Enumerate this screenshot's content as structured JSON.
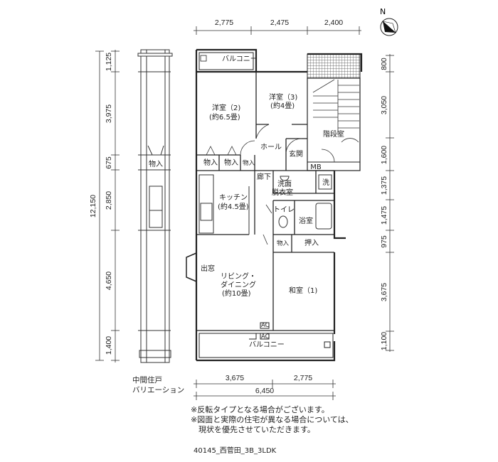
{
  "top_dims": [
    "2,775",
    "2,475",
    "2,400"
  ],
  "left_dims": [
    "1,125",
    "3,975",
    "675",
    "2,850",
    "4,650",
    "1,400"
  ],
  "left_total": "12,150",
  "right_dims": [
    "800",
    "3,050",
    "1,600",
    "1,375",
    "1,475",
    "975",
    "3,675",
    "1,100"
  ],
  "bottom_dims": [
    "3,675",
    "2,775"
  ],
  "bottom_total": "6,450",
  "rooms": {
    "balcony_top": "バルコニー",
    "yoshitsu2": "洋室（2)",
    "yoshitsu2_size": "(約6.5畳)",
    "yoshitsu3": "洋室（3)",
    "yoshitsu3_size": "(約4畳)",
    "stairs": "階段室",
    "hall": "ホール",
    "genkan": "玄関",
    "mb": "MB",
    "storage_a": "物入",
    "storage_b": "物入",
    "storage_c": "物入",
    "corridor": "廊下",
    "senmen": "洗面",
    "datsuishitsu": "脱衣室",
    "sen": "洗",
    "kitchen": "キッチン",
    "kitchen_size": "(約4.5畳)",
    "toilet": "トイレ",
    "bath": "浴室",
    "storage_d": "物入",
    "oshiire": "押入",
    "demado": "出窓",
    "living1": "リビング・",
    "living2": "ダイニング",
    "living_size": "(約10畳)",
    "washitsu": "和室（1)",
    "ac1": "AC",
    "ac2": "AC",
    "balcony_bottom": "バルコニー",
    "side_storage": "物入"
  },
  "variation_label": [
    "中間住戸",
    "バリエーション"
  ],
  "notes": [
    "※反転タイプとなる場合がございます。",
    "※図面と実際の住宅が異なる場合については、",
    "　現状を優先させていただきます。"
  ],
  "code": "40145_西菅田_3B_3LDK",
  "compass": "N"
}
